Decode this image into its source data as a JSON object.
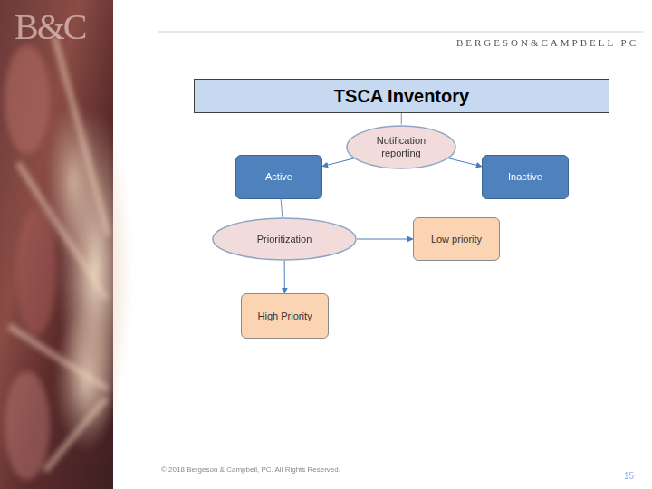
{
  "diagram": {
    "nodes": [
      {
        "text": [
          "TSCA Inventory"
        ]
      },
      {
        "text": [
          "Notification reporting"
        ]
      },
      {
        "text": [
          "Active"
        ]
      },
      {
        "text": [
          "Inactive"
        ]
      },
      {
        "text": [
          "Prioritization"
        ]
      },
      {
        "text": [
          "Low priority"
        ]
      },
      {
        "text": [
          "High Priority"
        ]
      }
    ],
    "edges": [
      {
        "from": 0,
        "to": 1,
        "arrow": "none"
      },
      {
        "from": 1,
        "to": 2,
        "arrow": "to"
      },
      {
        "from": 1,
        "to": 3,
        "arrow": "to"
      },
      {
        "from": 2,
        "to": 4,
        "arrow": "none"
      },
      {
        "from": 4,
        "to": 5,
        "arrow": "to"
      },
      {
        "from": 4,
        "to": 6,
        "arrow": "to"
      }
    ],
    "labels": [
      "B&C",
      "BERGESON&CAMPBELL PC",
      "© 2018 Bergeson & Campbell, PC. All Rights Reserved.",
      "15"
    ]
  }
}
